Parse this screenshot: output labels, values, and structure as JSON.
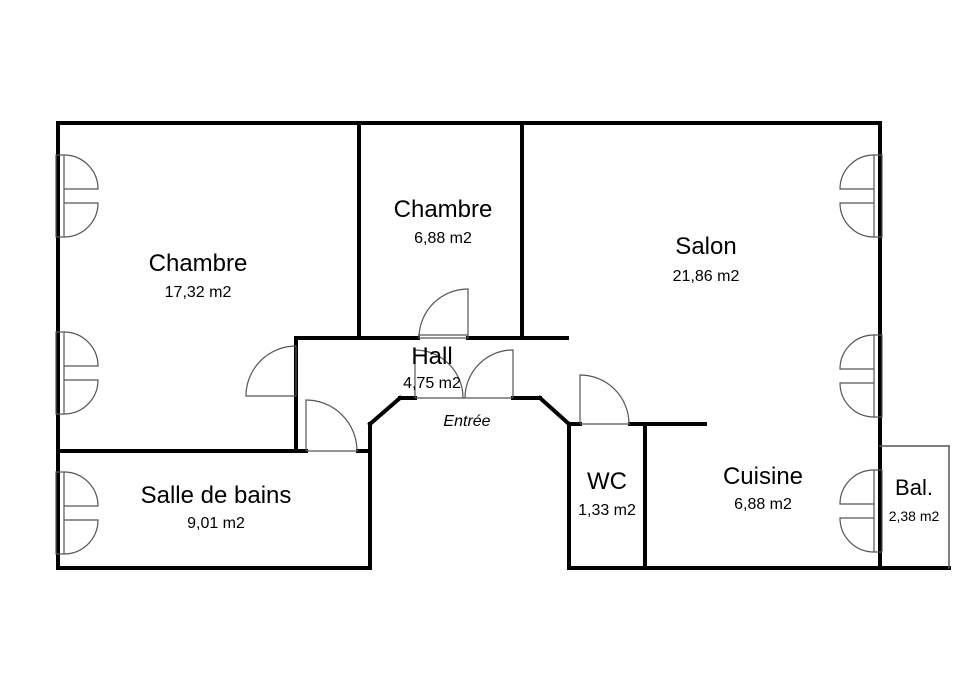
{
  "rooms": {
    "chambre_left": {
      "name": "Chambre",
      "area": "17,32 m2"
    },
    "chambre_mid": {
      "name": "Chambre",
      "area": "6,88 m2"
    },
    "salon": {
      "name": "Salon",
      "area": "21,86 m2"
    },
    "hall": {
      "name": "Hall",
      "area": "4,75 m2"
    },
    "salle_de_bains": {
      "name": "Salle de bains",
      "area": "9,01 m2"
    },
    "wc": {
      "name": "WC",
      "area": "1,33 m2"
    },
    "cuisine": {
      "name": "Cuisine",
      "area": "6,88 m2"
    },
    "balcon": {
      "name": "Bal.",
      "area": "2,38 m2"
    }
  },
  "entrance": {
    "label": "Entrée"
  },
  "colors": {
    "wall": "#000000",
    "background": "#ffffff",
    "thin_line": "#555555"
  }
}
